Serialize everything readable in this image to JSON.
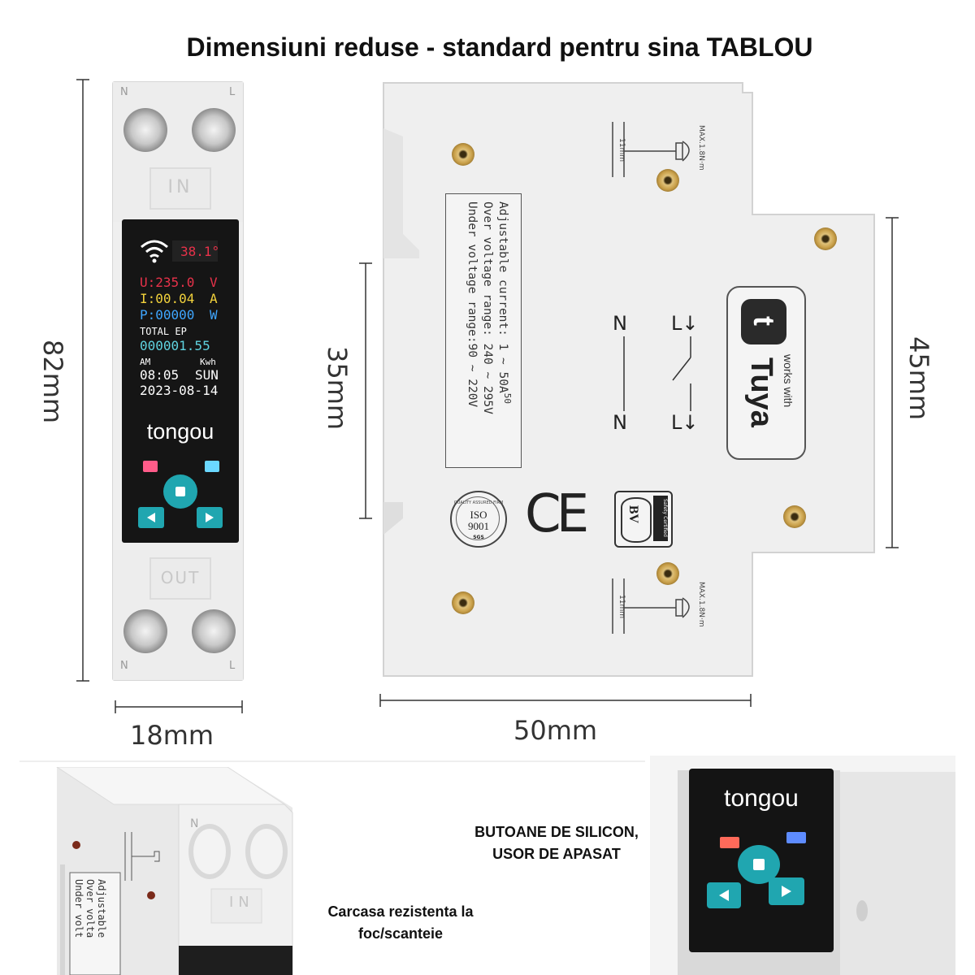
{
  "title": "Dimensiuni reduse - standard pentru sina TABLOU",
  "dimensions": {
    "height_82": "82mm",
    "width_18": "18mm",
    "rail_35": "35mm",
    "height_45": "45mm",
    "width_50": "50mm"
  },
  "front": {
    "top_left_mark": "N",
    "top_right_mark": "L",
    "in_label": "IN",
    "out_label": "OUT",
    "bottom_left_mark": "N",
    "bottom_right_mark": "L",
    "display": {
      "temperature": "38.1°",
      "voltage_line": "U:235.0",
      "voltage_unit": "V",
      "current_line": "I:00.04",
      "current_unit": "A",
      "power_line": "P:00000",
      "power_unit": "W",
      "total_label": "TOTAL EP",
      "energy_value": "000001.55",
      "am_label": "AM",
      "kwh_label": "Kwh",
      "time": "08:05",
      "day": "SUN",
      "date": "2023-08-14"
    },
    "brand": "tongou"
  },
  "side": {
    "spec_line1": "Adjustable current: 1 ~ 50A",
    "spec_line1_super": "50",
    "spec_line2": "Over voltage range: 240 ~ 295V",
    "spec_line3": "Under voltage range:90 ~ 220V",
    "torque_label": "MAX.1.8N·m",
    "strip_label": "11mm",
    "schematic": {
      "n_top": "N",
      "l_top": "L↓",
      "n_bottom": "N",
      "l_bottom": "L↓"
    },
    "tuya_works_with": "works with",
    "tuya_name": "Tuya",
    "iso_line1": "ISO",
    "iso_line2": "9001",
    "iso_ring": "QUALITY ASSURED FIRM",
    "iso_bottom": "SGS",
    "ce_mark": "CE",
    "bv_mark": "BV",
    "bv_text": "Safety Certified"
  },
  "bottom_left_photo": {
    "n_mark": "N",
    "in_label": "IN",
    "spec_fragment1": "Adjustable",
    "spec_fragment2": "Over volta",
    "spec_fragment3": "Under volt"
  },
  "captions": {
    "housing_line1": "Carcasa rezistenta la",
    "housing_line2": "foc/scanteie",
    "buttons_line1": "BUTOANE DE SILICON,",
    "buttons_line2": "USOR DE APASAT"
  },
  "closeup": {
    "brand": "tongou"
  },
  "colors": {
    "button_teal": "#20a6b0",
    "lcd_red": "#e8324a",
    "lcd_yellow": "#f2d23c",
    "lcd_blue": "#3fa6ff",
    "lcd_cyan": "#5fd3e0",
    "lcd_white": "#ffffff"
  }
}
